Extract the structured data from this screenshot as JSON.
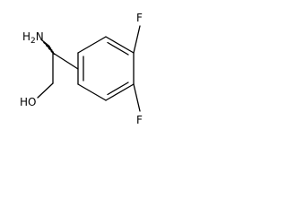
{
  "structure": {
    "atoms": {
      "amine": "H2N",
      "amine_h": "H",
      "amine_sub": "2",
      "amine_n": "N",
      "hydroxyl": "HO",
      "fluorine_top": "F",
      "fluorine_bottom": "F"
    },
    "stereo": {
      "alpha_carbon_bond_to_amine": "hashed-wedge"
    }
  }
}
